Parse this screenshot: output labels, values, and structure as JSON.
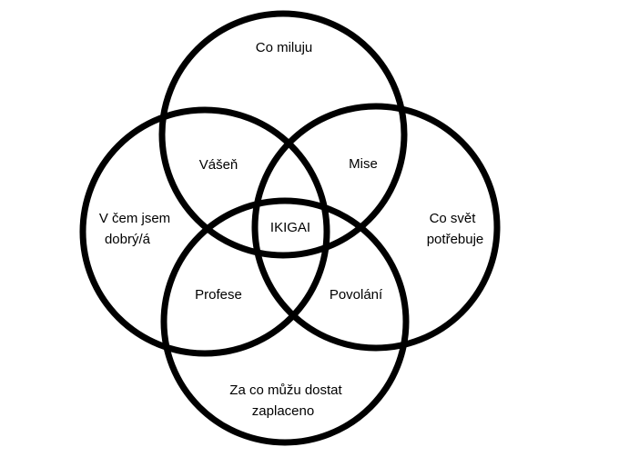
{
  "diagram": {
    "circles": [
      {
        "name": "top",
        "label_lines": [
          "Co miluju"
        ]
      },
      {
        "name": "left",
        "label_lines": [
          "V čem jsem",
          "dobrý/á"
        ]
      },
      {
        "name": "right",
        "label_lines": [
          "Co svět",
          "potřebuje"
        ]
      },
      {
        "name": "bottom",
        "label_lines": [
          "Za co můžu dostat",
          "zaplaceno"
        ]
      }
    ],
    "intersections": {
      "passion": "Vášeň",
      "mission": "Mise",
      "profession": "Profese",
      "vocation": "Povolání",
      "center": "IKIGAI"
    },
    "stroke_color": "#000000",
    "background_color": "#ffffff"
  }
}
